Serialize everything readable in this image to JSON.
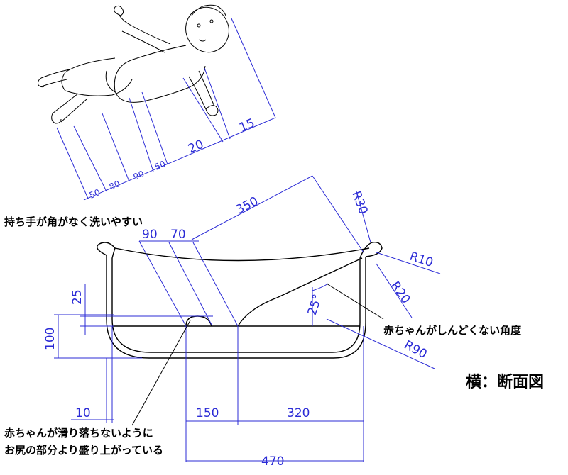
{
  "title": "横：断面図",
  "notes": {
    "handle": "持ち手が角がなく洗いやすい",
    "angle": "赤ちゃんがしんどくない角度",
    "slip_line1": "赤ちゃんが滑り落ちないように",
    "slip_line2": "お尻の部分より盛り上がっている"
  },
  "baby_dims": [
    "50",
    "80",
    "90",
    "50",
    "20",
    "15"
  ],
  "tub_dims": {
    "length_350": "350",
    "r30": "R30",
    "r10": "R10",
    "r20": "R20",
    "r90": "R90",
    "d90": "90",
    "d70": "70",
    "angle25": "25°",
    "h25": "25",
    "h100": "100",
    "w10": "10",
    "w150": "150",
    "w320": "320",
    "w470": "470"
  },
  "colors": {
    "dimension": "#2b2bd6",
    "outline": "#000000"
  }
}
